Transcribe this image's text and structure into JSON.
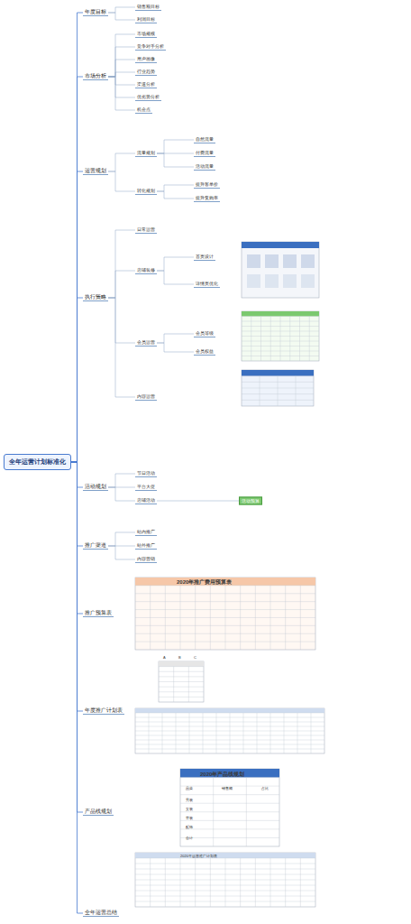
{
  "diagram": {
    "title": "全年运营计划标准化",
    "nodes": [
      {
        "text": [
          "全年运营计划标准化"
        ]
      },
      {
        "text": [
          "年度目标"
        ]
      },
      {
        "text": [
          "市场分析"
        ]
      },
      {
        "text": [
          "运营规划"
        ]
      },
      {
        "text": [
          "执行策略"
        ]
      },
      {
        "text": [
          "活动规划"
        ]
      },
      {
        "text": [
          "推广渠道"
        ]
      },
      {
        "text": [
          "推广预算表"
        ]
      },
      {
        "text": [
          "年度推广计划表"
        ]
      },
      {
        "text": [
          "产品线规划"
        ]
      },
      {
        "text": [
          "全年运营总结"
        ]
      },
      {
        "text": [
          "销售额目标"
        ]
      },
      {
        "text": [
          "利润目标"
        ]
      },
      {
        "text": [
          "市场规模"
        ]
      },
      {
        "text": [
          "竞争对手分析"
        ]
      },
      {
        "text": [
          "用户画像"
        ]
      },
      {
        "text": [
          "行业趋势"
        ]
      },
      {
        "text": [
          "渠道分析"
        ]
      },
      {
        "text": [
          "优劣势分析"
        ]
      },
      {
        "text": [
          "机会点"
        ]
      },
      {
        "text": [
          "流量规划"
        ]
      },
      {
        "text": [
          "转化规划"
        ]
      },
      {
        "text": [
          "自然流量"
        ]
      },
      {
        "text": [
          "付费流量"
        ]
      },
      {
        "text": [
          "活动流量"
        ]
      },
      {
        "text": [
          "提升客单价"
        ]
      },
      {
        "text": [
          "提升复购率"
        ]
      },
      {
        "text": [
          "日常运营"
        ]
      },
      {
        "text": [
          "店铺装修"
        ]
      },
      {
        "text": [
          "会员运营"
        ]
      },
      {
        "text": [
          "内容运营"
        ]
      },
      {
        "text": [
          "首页设计"
        ]
      },
      {
        "text": [
          "详情页优化"
        ]
      },
      {
        "text": [
          "会员等级"
        ]
      },
      {
        "text": [
          "会员权益"
        ]
      },
      {
        "text": [
          "节日活动"
        ]
      },
      {
        "text": [
          "平台大促"
        ]
      },
      {
        "text": [
          "店铺活动"
        ]
      },
      {
        "text": [
          "活动预算"
        ]
      },
      {
        "text": [
          "站内推广"
        ]
      },
      {
        "text": [
          "站外推广"
        ]
      },
      {
        "text": [
          "内容营销"
        ]
      }
    ],
    "edges": [
      {
        "from": 0,
        "to": 1,
        "arrow": "none"
      },
      {
        "from": 0,
        "to": 2,
        "arrow": "none"
      },
      {
        "from": 0,
        "to": 3,
        "arrow": "none"
      },
      {
        "from": 0,
        "to": 4,
        "arrow": "none"
      },
      {
        "from": 0,
        "to": 5,
        "arrow": "none"
      },
      {
        "from": 0,
        "to": 6,
        "arrow": "none"
      },
      {
        "from": 0,
        "to": 7,
        "arrow": "none"
      },
      {
        "from": 0,
        "to": 8,
        "arrow": "none"
      },
      {
        "from": 0,
        "to": 9,
        "arrow": "none"
      },
      {
        "from": 0,
        "to": 10,
        "arrow": "none"
      },
      {
        "from": 1,
        "to": 11,
        "arrow": "none"
      },
      {
        "from": 1,
        "to": 12,
        "arrow": "none"
      },
      {
        "from": 2,
        "to": 13,
        "arrow": "none"
      },
      {
        "from": 2,
        "to": 14,
        "arrow": "none"
      },
      {
        "from": 2,
        "to": 15,
        "arrow": "none"
      },
      {
        "from": 2,
        "to": 16,
        "arrow": "none"
      },
      {
        "from": 2,
        "to": 17,
        "arrow": "none"
      },
      {
        "from": 2,
        "to": 18,
        "arrow": "none"
      },
      {
        "from": 2,
        "to": 19,
        "arrow": "none"
      },
      {
        "from": 3,
        "to": 20,
        "arrow": "none"
      },
      {
        "from": 3,
        "to": 21,
        "arrow": "none"
      },
      {
        "from": 20,
        "to": 22,
        "arrow": "none"
      },
      {
        "from": 20,
        "to": 23,
        "arrow": "none"
      },
      {
        "from": 20,
        "to": 24,
        "arrow": "none"
      },
      {
        "from": 21,
        "to": 25,
        "arrow": "none"
      },
      {
        "from": 21,
        "to": 26,
        "arrow": "none"
      },
      {
        "from": 4,
        "to": 27,
        "arrow": "none"
      },
      {
        "from": 4,
        "to": 28,
        "arrow": "none"
      },
      {
        "from": 4,
        "to": 29,
        "arrow": "none"
      },
      {
        "from": 4,
        "to": 30,
        "arrow": "none"
      },
      {
        "from": 28,
        "to": 31,
        "arrow": "none"
      },
      {
        "from": 28,
        "to": 32,
        "arrow": "none"
      },
      {
        "from": 29,
        "to": 33,
        "arrow": "none"
      },
      {
        "from": 29,
        "to": 34,
        "arrow": "none"
      },
      {
        "from": 5,
        "to": 35,
        "arrow": "none"
      },
      {
        "from": 5,
        "to": 36,
        "arrow": "none"
      },
      {
        "from": 5,
        "to": 37,
        "arrow": "none"
      },
      {
        "from": 37,
        "to": 38,
        "arrow": "none"
      },
      {
        "from": 6,
        "to": 39,
        "arrow": "none"
      },
      {
        "from": 6,
        "to": 40,
        "arrow": "none"
      },
      {
        "from": 6,
        "to": 41,
        "arrow": "none"
      }
    ],
    "labels": [
      "2020年推广费用预算表",
      "A",
      "B",
      "C",
      "2020年产品线规划",
      "品类",
      "销售额",
      "占比",
      "男装",
      "女装",
      "童装",
      "配饰",
      "合计",
      "2020年运营推广计划表"
    ]
  }
}
